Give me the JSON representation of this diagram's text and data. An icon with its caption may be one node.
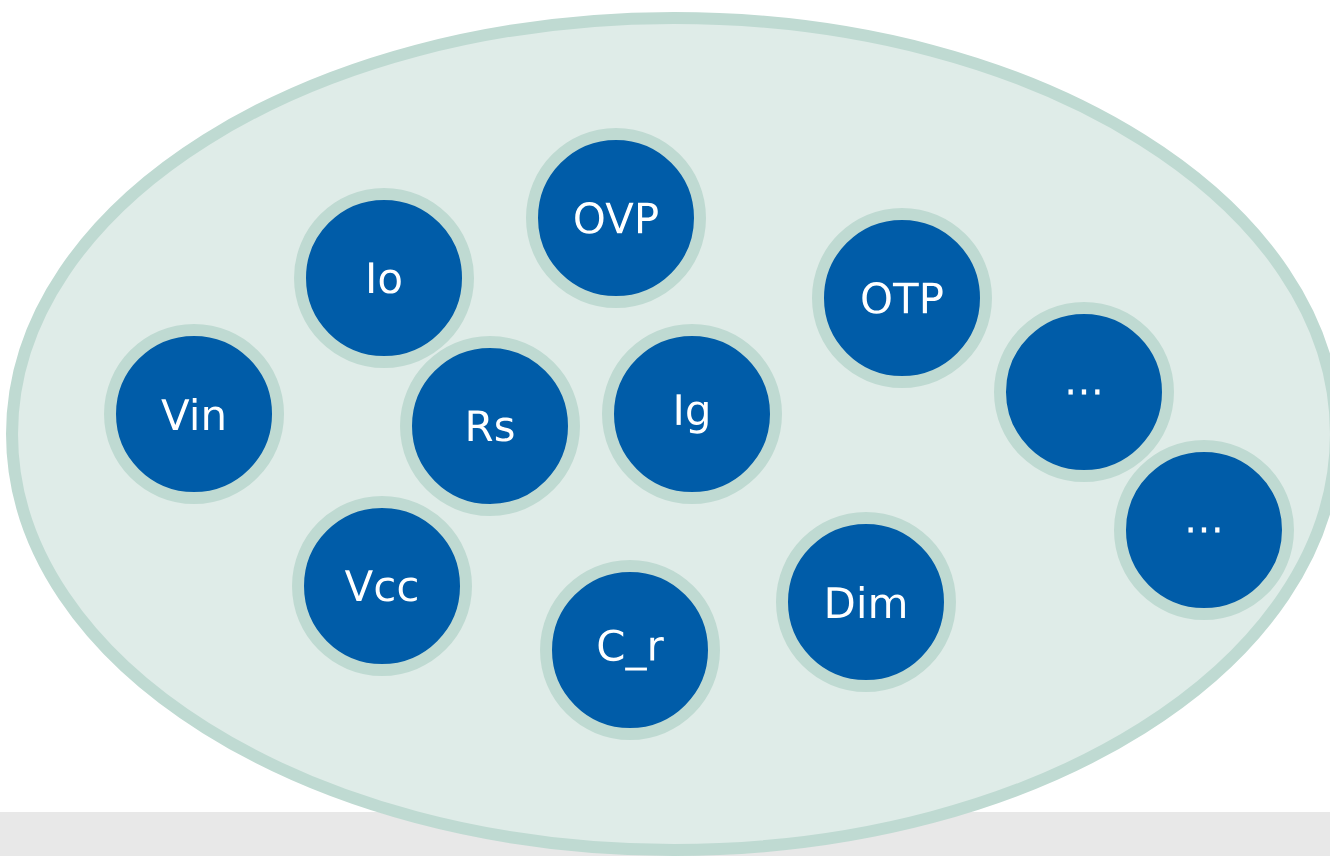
{
  "diagram": {
    "nodes": [
      {
        "text": [],
        "shape": "ellipse"
      },
      {
        "text": [
          "OVP"
        ],
        "in": 0
      },
      {
        "text": [
          "Io"
        ],
        "in": 0
      },
      {
        "text": [
          "OTP"
        ],
        "in": 0
      },
      {
        "text": [
          "Vin"
        ],
        "in": 0
      },
      {
        "text": [
          "..."
        ],
        "in": 0
      },
      {
        "text": [
          "Rs"
        ],
        "in": 0
      },
      {
        "text": [
          "Ig"
        ],
        "in": 0
      },
      {
        "text": [
          "..."
        ],
        "in": 0
      },
      {
        "text": [
          "Vcc"
        ],
        "in": 0
      },
      {
        "text": [
          "Dim"
        ],
        "in": 0
      },
      {
        "text": [
          "C_r"
        ],
        "in": 0
      }
    ]
  }
}
